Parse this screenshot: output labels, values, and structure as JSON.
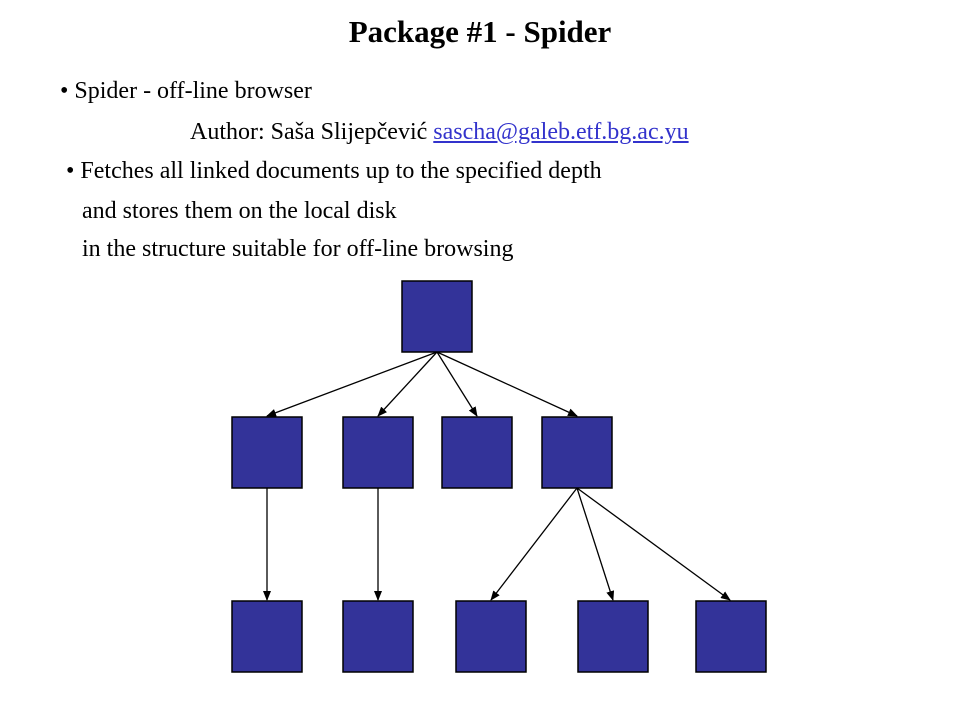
{
  "slide": {
    "title": "Package #1 - Spider",
    "bullet_1": "• Spider - off-line browser",
    "author_label": "Author: Saša Slijepčević ",
    "author_email": "sascha@galeb.etf.bg.ac.yu",
    "bullet_2": "• Fetches all linked documents up to the specified depth",
    "bullet_2_cont_1": "and stores them on the local disk",
    "bullet_2_cont_2": "in the structure suitable for off-line browsing"
  },
  "colors": {
    "node_fill": "#333399",
    "node_stroke": "#000000",
    "link": "#3333cc"
  }
}
